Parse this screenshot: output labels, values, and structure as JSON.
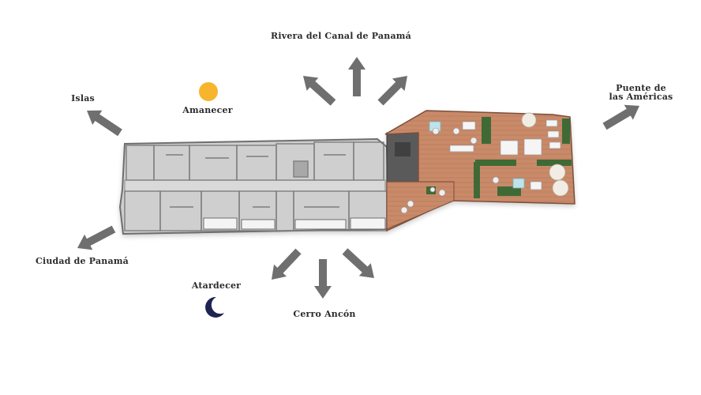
{
  "labels": {
    "rivera": "Rivera del Canal de Panamá",
    "islas": "Islas",
    "amanecer": "Amanecer",
    "puente": "Puente de las Américas",
    "ciudad": "Ciudad de Panamá",
    "atardecer": "Atardecer",
    "cerro": "Cerro Ancón"
  },
  "icons": {
    "sun": "sun-icon",
    "moon": "crescent-moon-icon",
    "arrow": "arrow-icon"
  },
  "colors": {
    "sun": "#f7b52e",
    "moon": "#1f2352",
    "arrow": "#6f6f6f",
    "floor_gray": "#cfcfcf",
    "wall": "#707070",
    "deck": "#c98a6a",
    "planter": "#3f6b34"
  }
}
